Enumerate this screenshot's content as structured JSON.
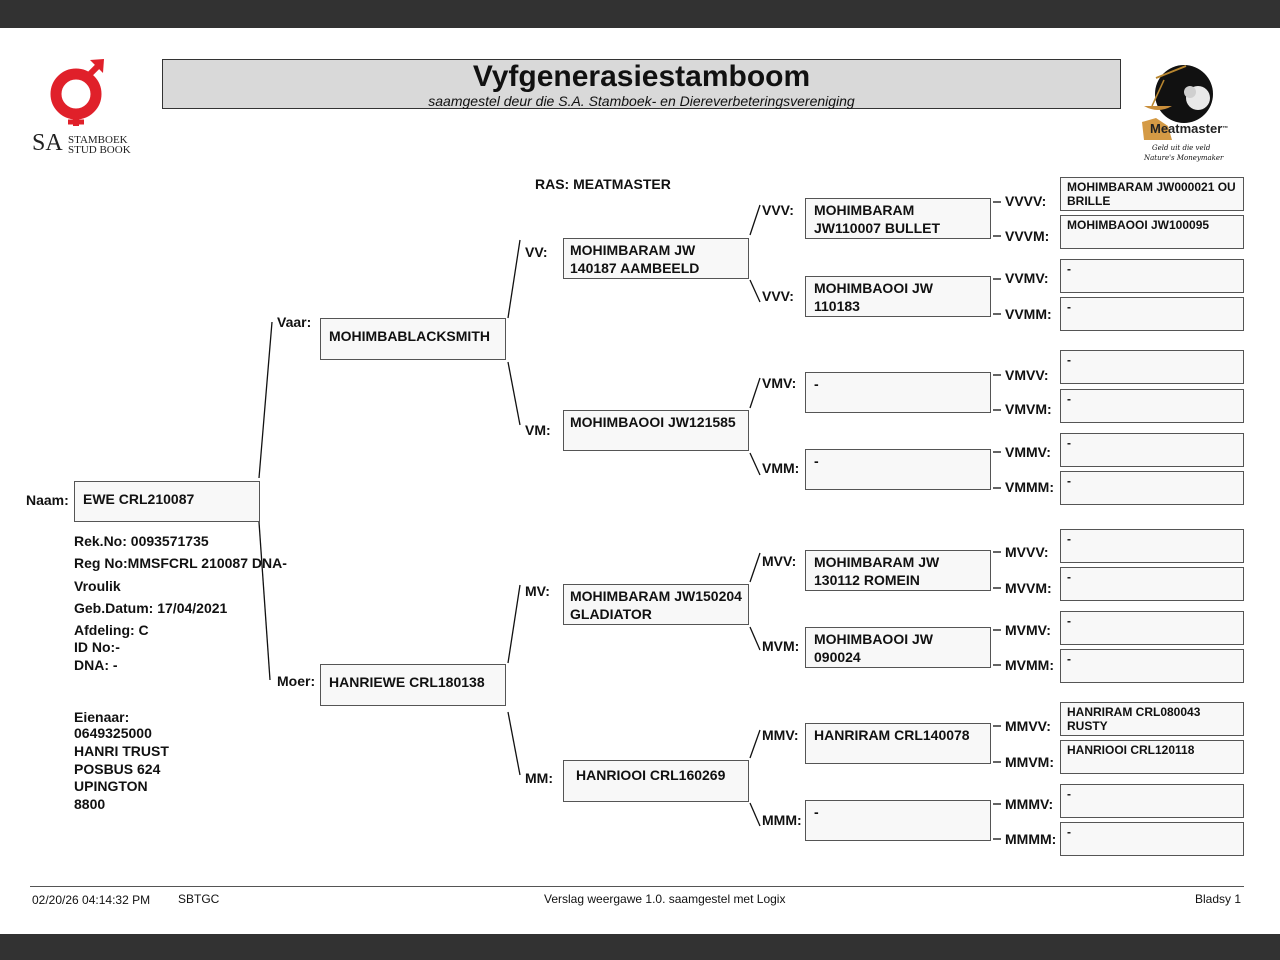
{
  "header": {
    "title": "Vyfgenerasiestamboom",
    "subtitle": "saamgestel deur die S.A. Stamboek- en Diereverbeteringsvereniging",
    "breed": "RAS: MEATMASTER"
  },
  "logo_left": {
    "line1": "SA",
    "line2": "STAMBOEK",
    "line3": "STUD BOOK",
    "color": "#e0202a"
  },
  "logo_right": {
    "brand": "Meatmaster",
    "tm": "™",
    "slogan1": "Geld uit die veld",
    "slogan2": "Nature's Moneymaker"
  },
  "animal": {
    "naam_label": "Naam:",
    "name": "EWE CRL210087",
    "rekno": "Rek.No: 0093571735",
    "regno": "Reg No:MMSFCRL 210087 DNA-",
    "sex": "Vroulik",
    "gebdatum": "Geb.Datum: 17/04/2021",
    "afdeling": "Afdeling: C",
    "idno": "ID No:-",
    "dna": "DNA: -",
    "owner_label": "Eienaar:",
    "owner_lines": [
      "0649325000",
      "HANRI TRUST",
      "POSBUS 624",
      "UPINGTON",
      "8800"
    ]
  },
  "pedigree": {
    "vaar": {
      "label": "Vaar:",
      "name": "MOHIMBABLACKSMITH"
    },
    "moer": {
      "label": "Moer:",
      "name": "HANRIEWE CRL180138"
    },
    "vv": {
      "label": "VV:",
      "name": "MOHIMBARAM JW 140187 AAMBEELD"
    },
    "vm": {
      "label": "VM:",
      "name": "MOHIMBAOOI JW121585"
    },
    "mv": {
      "label": "MV:",
      "name": "MOHIMBARAM JW150204 GLADIATOR"
    },
    "mm": {
      "label": "MM:",
      "name": "HANRIOOI CRL160269"
    },
    "vvv": {
      "label": "VVV:",
      "name": "MOHIMBARAM JW110007 BULLET"
    },
    "vvm": {
      "label": "VVV:",
      "name": "MOHIMBAOOI JW 110183"
    },
    "vmv": {
      "label": "VMV:",
      "name": "-"
    },
    "vmm": {
      "label": "VMM:",
      "name": "-"
    },
    "mvv": {
      "label": "MVV:",
      "name": "MOHIMBARAM JW 130112 ROMEIN"
    },
    "mvm": {
      "label": "MVM:",
      "name": "MOHIMBAOOI JW 090024"
    },
    "mmv": {
      "label": "MMV:",
      "name": "HANRIRAM CRL140078"
    },
    "mmm": {
      "label": "MMM:",
      "name": "-"
    },
    "g4": [
      {
        "label": "VVVV:",
        "name": "MOHIMBARAM JW000021 OU BRILLE"
      },
      {
        "label": "VVVM:",
        "name": "MOHIMBAOOI JW100095"
      },
      {
        "label": "VVMV:",
        "name": "-"
      },
      {
        "label": "VVMM:",
        "name": "-"
      },
      {
        "label": "VMVV:",
        "name": "-"
      },
      {
        "label": "VMVM:",
        "name": "-"
      },
      {
        "label": "VMMV:",
        "name": "-"
      },
      {
        "label": "VMMM:",
        "name": "-"
      },
      {
        "label": "MVVV:",
        "name": "-"
      },
      {
        "label": "MVVM:",
        "name": "-"
      },
      {
        "label": "MVMV:",
        "name": "-"
      },
      {
        "label": "MVMM:",
        "name": "-"
      },
      {
        "label": "MMVV:",
        "name": "HANRIRAM CRL080043 RUSTY"
      },
      {
        "label": "MMVM:",
        "name": "HANRIOOI CRL120118"
      },
      {
        "label": "MMMV:",
        "name": "-"
      },
      {
        "label": "MMMM:",
        "name": "-"
      }
    ]
  },
  "footer": {
    "timestamp": "02/20/26 04:14:32 PM",
    "code": "SBTGC",
    "report": "Verslag weergawe 1.0. saamgestel met Logix",
    "page": "Bladsy 1"
  }
}
